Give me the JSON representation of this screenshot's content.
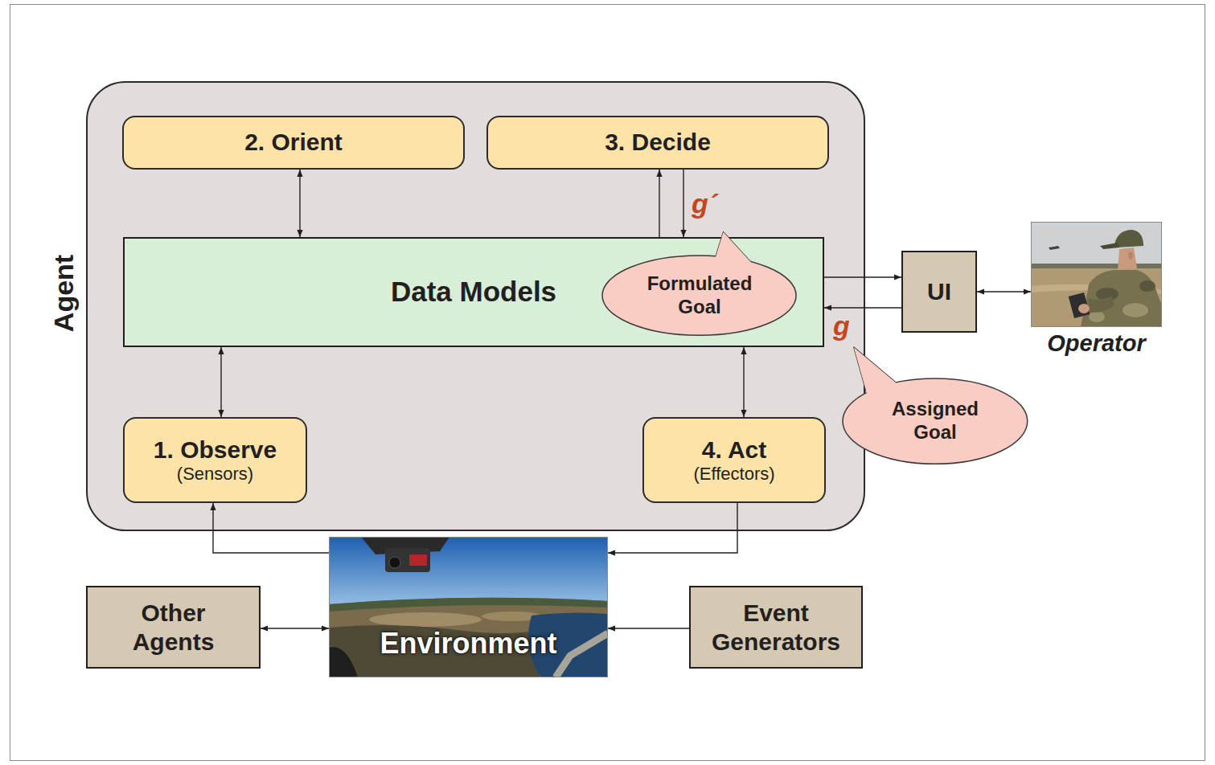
{
  "diagram": {
    "nodes": [
      {
        "text": [
          "Agent"
        ]
      },
      {
        "text": [
          "2. Orient"
        ],
        "in": 0
      },
      {
        "text": [
          "3. Decide"
        ],
        "in": 0
      },
      {
        "text": [
          "Data Models"
        ],
        "in": 0
      },
      {
        "text": [
          "Formulated Goal"
        ],
        "in": 3
      },
      {
        "text": [
          "1. Observe",
          "(Sensors)"
        ],
        "in": 0
      },
      {
        "text": [
          "4. Act",
          "(Effectors)"
        ],
        "in": 0
      },
      {
        "text": [
          "UI"
        ]
      },
      {
        "text": [
          "Operator"
        ]
      },
      {
        "text": [
          "Assigned Goal"
        ]
      },
      {
        "text": [
          "Environment"
        ]
      },
      {
        "text": [
          "Other Agents"
        ]
      },
      {
        "text": [
          "Event Generators"
        ]
      }
    ],
    "edges": [
      {
        "from": 1,
        "to": 3,
        "arrow": "both"
      },
      {
        "from": 3,
        "to": 2,
        "arrow": "to"
      },
      {
        "from": 2,
        "to": 3,
        "label": "g´",
        "arrow": "to"
      },
      {
        "from": 5,
        "to": 3,
        "arrow": "both"
      },
      {
        "from": 6,
        "to": 3,
        "arrow": "both"
      },
      {
        "from": 3,
        "to": 7,
        "arrow": "to"
      },
      {
        "from": 7,
        "to": 3,
        "label": "g",
        "arrow": "to"
      },
      {
        "from": 7,
        "to": 8,
        "arrow": "both"
      },
      {
        "from": 10,
        "to": 5,
        "arrow": "to"
      },
      {
        "from": 6,
        "to": 10,
        "arrow": "to"
      },
      {
        "from": 11,
        "to": 10,
        "arrow": "both"
      },
      {
        "from": 12,
        "to": 10,
        "arrow": "to"
      }
    ]
  }
}
